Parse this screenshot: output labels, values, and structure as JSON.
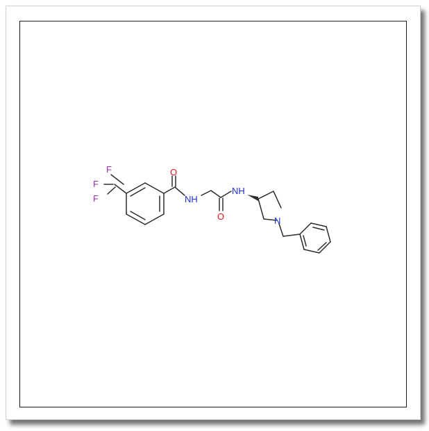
{
  "colors": {
    "bond": "#2b2b2b",
    "oxygen": "#e8141b",
    "nitrogen": "#1f2fcc",
    "fluorine": "#9a2fb0",
    "frame": "#1a1a1a"
  },
  "atoms": {
    "f1": "F",
    "f2": "F",
    "f3": "F",
    "o1": "O",
    "o2": "O",
    "nh1": "NH",
    "nh2": "NH",
    "n_ring": "N"
  }
}
